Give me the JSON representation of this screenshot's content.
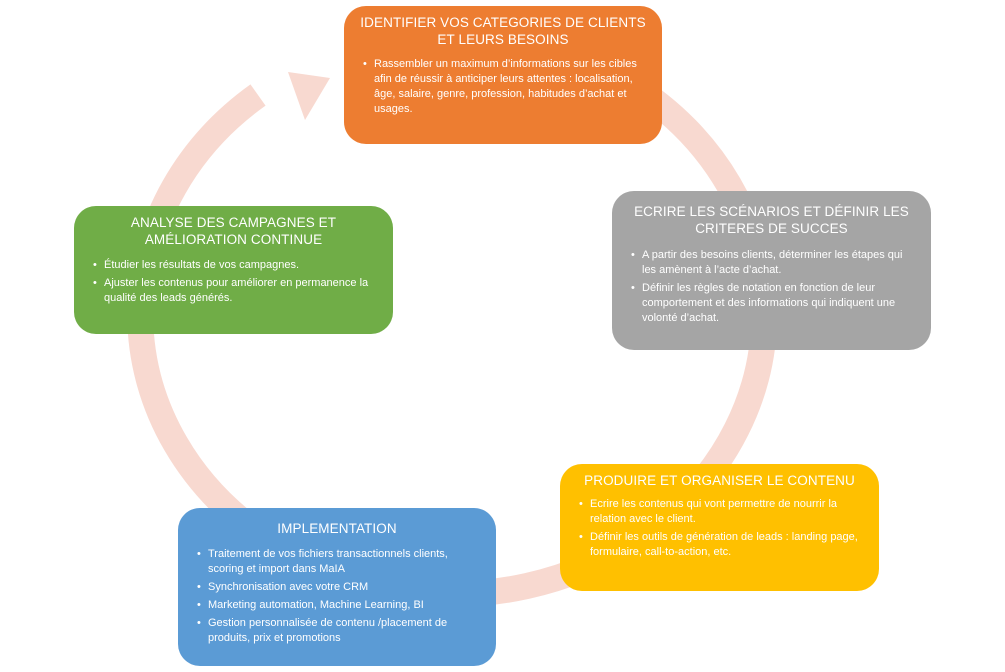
{
  "colors": {
    "ring": "#f8d9d0",
    "identifier": "#ed7d31",
    "ecrire": "#a5a5a5",
    "produire": "#ffc000",
    "implementation": "#5b9bd5",
    "analyse": "#70ad47"
  },
  "steps": [
    {
      "title": "IDENTIFIER VOS CATEGORIES DE CLIENTS ET LEURS BESOINS",
      "bullets": [
        "Rassembler un maximum d’informations sur les cibles afin de réussir à anticiper leurs attentes : localisation, âge, salaire, genre, profession, habitudes d’achat et usages."
      ]
    },
    {
      "title": "ECRIRE LES SCÉNARIOS ET DÉFINIR LES CRITERES DE SUCCES",
      "bullets": [
        "A partir des besoins clients, déterminer les étapes qui les amènent à l’acte d’achat.",
        "Définir les règles de notation en fonction de leur comportement et des informations qui indiquent une volonté d’achat."
      ]
    },
    {
      "title": "PRODUIRE ET ORGANISER LE CONTENU",
      "bullets": [
        "Ecrire les contenus qui vont permettre de nourrir la relation avec le client.",
        "Définir les outils de génération de leads : landing page, formulaire, call-to-action, etc."
      ]
    },
    {
      "title": "IMPLEMENTATION",
      "bullets": [
        "Traitement de vos fichiers transactionnels clients, scoring et import dans MaIA",
        "Synchronisation  avec votre CRM",
        "Marketing automation, Machine Learning, BI",
        "Gestion personnalisée de contenu /placement de produits, prix et promotions"
      ]
    },
    {
      "title": "ANALYSE DES CAMPAGNES ET AMÉLIORATION CONTINUE",
      "bullets": [
        "Étudier les résultats de vos campagnes.",
        "Ajuster les contenus pour améliorer en permanence la qualité des leads générés."
      ]
    }
  ]
}
